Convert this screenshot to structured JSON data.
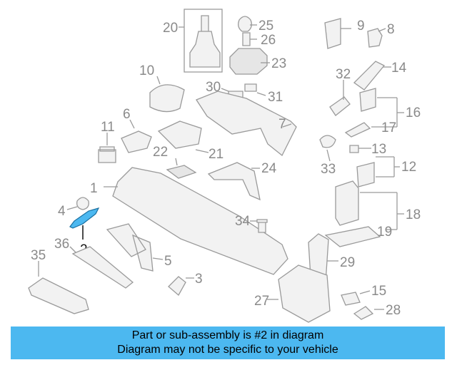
{
  "labels": {
    "p1": "1",
    "p2": "2",
    "p3": "3",
    "p4": "4",
    "p5": "5",
    "p6": "6",
    "p7": "7",
    "p8": "8",
    "p9": "9",
    "p10": "10",
    "p11": "11",
    "p12": "12",
    "p13": "13",
    "p14": "14",
    "p15": "15",
    "p16": "16",
    "p17": "17",
    "p18": "18",
    "p19": "19",
    "p20": "20",
    "p21": "21",
    "p22": "22",
    "p23": "23",
    "p24": "24",
    "p25": "25",
    "p26": "26",
    "p27": "27",
    "p28": "28",
    "p29": "29",
    "p30": "30",
    "p31": "31",
    "p32": "32",
    "p33": "33",
    "p34": "34",
    "p35": "35",
    "p36": "36"
  },
  "highlight_part": "2",
  "colors": {
    "banner": "#4cb8f0",
    "highlight": "#4cb8f0",
    "line": "#9a9a9a",
    "label": "#8a8a8a"
  },
  "banner": {
    "line1": "Part or sub-assembly is #2 in diagram",
    "line2": "Diagram may not be specific to your vehicle"
  }
}
